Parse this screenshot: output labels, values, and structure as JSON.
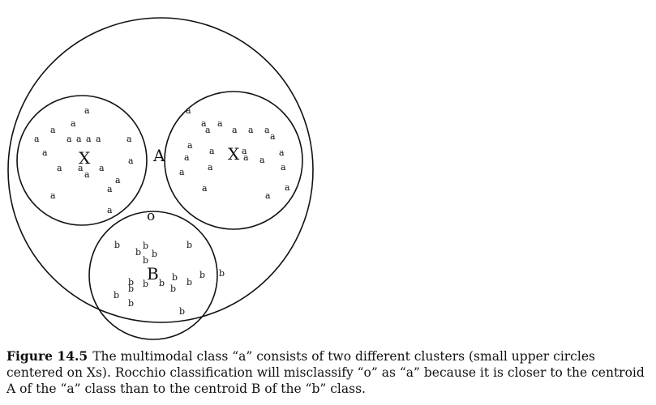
{
  "labels": {
    "x_left": "X",
    "x_right": "X",
    "centroid_a": "A",
    "centroid_b": "B",
    "outlier": "o"
  },
  "point_letters": {
    "a": "a",
    "b": "b"
  },
  "caption": {
    "figure_number": "Figure 14.5",
    "text": "The multimodal class “a” consists of two different clusters (small upper circles centered on Xs). Rocchio classification will misclassify “o” as “a” because it is closer to the centroid A of the “a” class than to the centroid B of the “b” class."
  }
}
